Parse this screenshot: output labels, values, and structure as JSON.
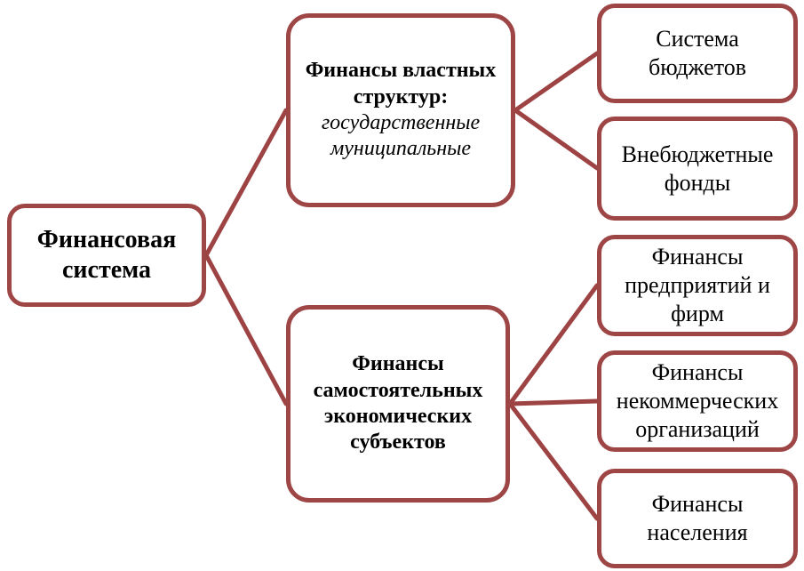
{
  "diagram": {
    "colors": {
      "node_border": "#9e4545",
      "connector": "#9e4343",
      "node_fill": "#ffffff",
      "text": "#000000"
    },
    "root": {
      "label": "Финансовая система"
    },
    "branches": [
      {
        "title": "Финансы властных структур:",
        "subtitle": "государственные муниципальные",
        "children": [
          "Система бюджетов",
          "Внебюджетные фонды"
        ]
      },
      {
        "title": "Финансы самостоятельных экономических субъектов",
        "children": [
          "Финансы предприятий и фирм",
          "Финансы некоммерческих организаций",
          "Финансы населения"
        ]
      }
    ]
  }
}
